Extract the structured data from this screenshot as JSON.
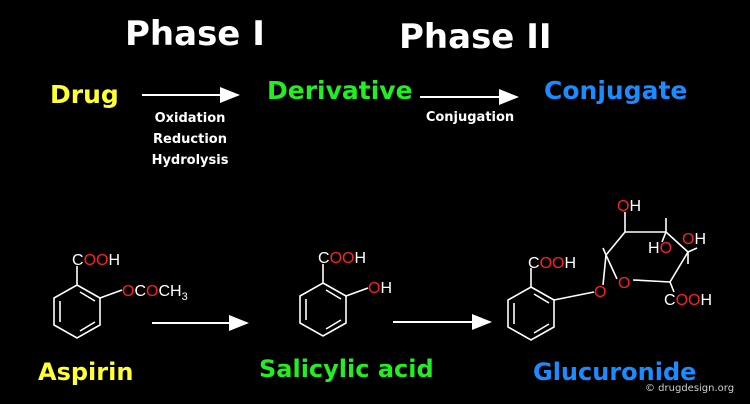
{
  "phases": {
    "phase1": "Phase I",
    "phase2": "Phase II"
  },
  "stages": {
    "drug": "Drug",
    "derivative": "Derivative",
    "conjugate": "Conjugate"
  },
  "reactions": {
    "phase1": [
      "Oxidation",
      "Reduction",
      "Hydrolysis"
    ],
    "phase2": "Conjugation"
  },
  "compounds": {
    "aspirin": "Aspirin",
    "salicylic": "Salicylic acid",
    "glucuronide": "Glucuronide"
  },
  "groups": {
    "c": "C",
    "h": "H",
    "oo": "OO",
    "o": "O",
    "c_letter": "C",
    "ch3": "CH",
    "sub3": "3"
  },
  "credit": "© drugdesign.org",
  "colors": {
    "drug": "#ffff33",
    "derivative": "#22ee22",
    "conjugate": "#1a8cff",
    "oxygen": "#ff2020",
    "bond": "#ffffff"
  }
}
